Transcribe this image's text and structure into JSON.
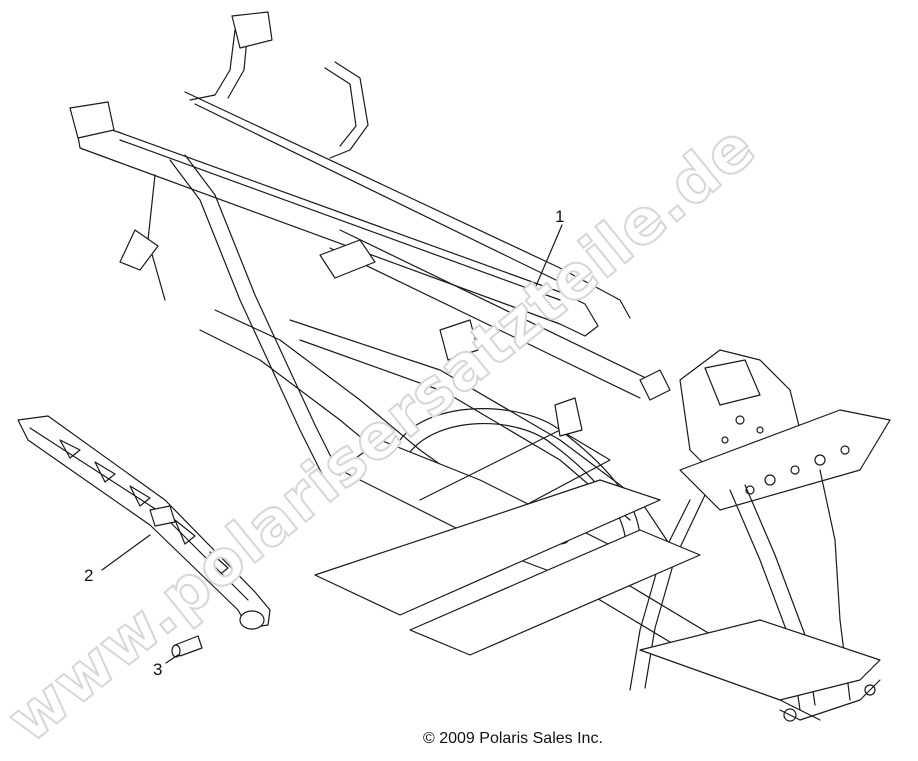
{
  "callouts": {
    "part1": "1",
    "part2": "2",
    "part3": "3"
  },
  "copyright": "© 2009 Polaris Sales Inc.",
  "watermark": "www.polarisersatzteile.de",
  "colors": {
    "line": "#1a1a1a",
    "fill": "#ffffff",
    "watermark_outline": "#d6d6d6"
  }
}
